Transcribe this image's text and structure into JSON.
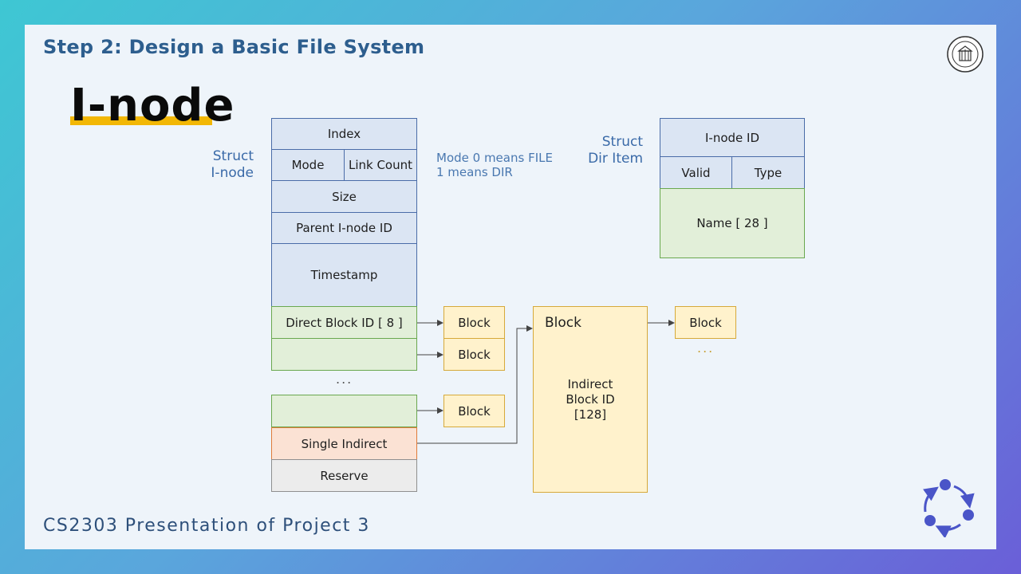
{
  "header": {
    "step_title": "Step 2: Design a Basic File System",
    "section_title": "I-node"
  },
  "inode": {
    "struct_label_line1": "Struct",
    "struct_label_line2": "I-node",
    "index": "Index",
    "mode": "Mode",
    "link_count": "Link Count",
    "size": "Size",
    "parent_id": "Parent I-node ID",
    "timestamp": "Timestamp",
    "direct_block": "Direct Block ID [ 8 ]",
    "direct_block_2": "",
    "ellipsis": "...",
    "direct_block_last": "",
    "single_indirect": "Single Indirect",
    "reserve": "Reserve"
  },
  "mode_note": {
    "line1": "Mode 0 means FILE",
    "line2": "1 means DIR"
  },
  "dir_item": {
    "struct_label_line1": "Struct",
    "struct_label_line2": "Dir Item",
    "inode_id": "I-node ID",
    "valid": "Valid",
    "type": "Type",
    "name": "Name [ 28 ]"
  },
  "blocks": {
    "block_1": "Block",
    "block_2": "Block",
    "block_3": "Block",
    "indirect_title": "Block",
    "indirect_line1": "Indirect",
    "indirect_line2": "Block ID",
    "indirect_line3": "[128]",
    "target_block": "Block",
    "target_ellipsis": "..."
  },
  "footer": {
    "text": "CS2303 Presentation of Project 3"
  },
  "colors": {
    "title_blue": "#2d5e8e",
    "highlight_yellow": "#f2b705",
    "field_blue": "#dbe5f3",
    "field_green": "#e2efd9",
    "field_orange": "#fbe2d4",
    "field_gray": "#ececec",
    "block_yellow": "#fff2cc"
  },
  "icons": {
    "logo": "university-seal-icon",
    "cycle": "cycle-nodes-icon"
  }
}
